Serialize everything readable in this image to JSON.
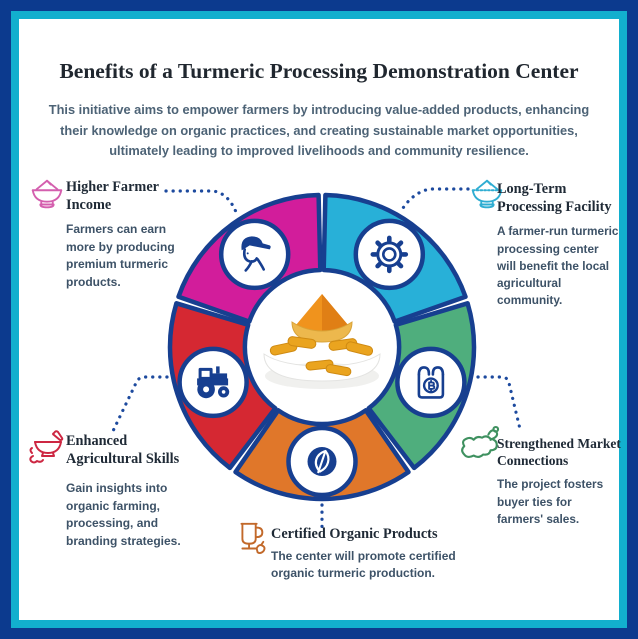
{
  "page": {
    "title": "Benefits of a Turmeric Processing Demonstration Center",
    "subtitle": "This initiative aims to empower farmers by introducing value-added products, enhancing their knowledge on organic practices, and creating sustainable market opportunities, ultimately leading to improved livelihoods and community resilience.",
    "colors": {
      "outer_border": "#0c3a8e",
      "inner_border": "#12afce",
      "background": "#ffffff"
    }
  },
  "diagram": {
    "type": "circular-benefit-wheel",
    "segments_count": 5,
    "center_image": "white dish of turmeric roots with a bowl of turmeric powder",
    "ring_border_color": "#173f90",
    "connector_color": "#1d4a9e",
    "benefits": [
      {
        "id": "higher-farmer-income",
        "label": "Higher Farmer Income",
        "description": "Farmers can earn more by producing premium turmeric products.",
        "position": "top-left",
        "segment_color": "#d21d9b",
        "icon_color": "#d45fae",
        "callout_icon": "bowl-of-powder-icon",
        "segment_icon": "farmer-icon",
        "start_angle": 288
      },
      {
        "id": "long-term-processing-facility",
        "label": "Long-Term Processing Facility",
        "description": "A farmer-run turmeric processing center will benefit the local agricultural community.",
        "position": "top-right",
        "segment_color": "#28b0d8",
        "icon_color": "#2fadd2",
        "callout_icon": "bowl-of-powder-icon",
        "segment_icon": "gear-icon",
        "start_angle": 0
      },
      {
        "id": "strengthened-market-connections",
        "label": "Strengthened Market Connections",
        "description": "The project fosters buyer ties for farmers' sales.",
        "position": "bottom-right",
        "segment_color": "#4fae7d",
        "icon_color": "#3f9160",
        "callout_icon": "turmeric-root-icon",
        "segment_icon": "market-bag-icon",
        "start_angle": 72
      },
      {
        "id": "certified-organic-products",
        "label": "Certified Organic Products",
        "description": "The center will promote certified organic turmeric production.",
        "position": "bottom",
        "segment_color": "#e0772a",
        "icon_color": "#c2692a",
        "callout_icon": "glass-with-root-icon",
        "segment_icon": "leaf-icon",
        "start_angle": 144
      },
      {
        "id": "enhanced-agricultural-skills",
        "label": "Enhanced Agricultural Skills",
        "description": "Gain insights into organic farming, processing, and branding strategies.",
        "position": "left",
        "segment_color": "#d52832",
        "icon_color": "#cd2742",
        "callout_icon": "mortar-pestle-icon",
        "segment_icon": "tractor-icon",
        "start_angle": 216
      }
    ]
  }
}
